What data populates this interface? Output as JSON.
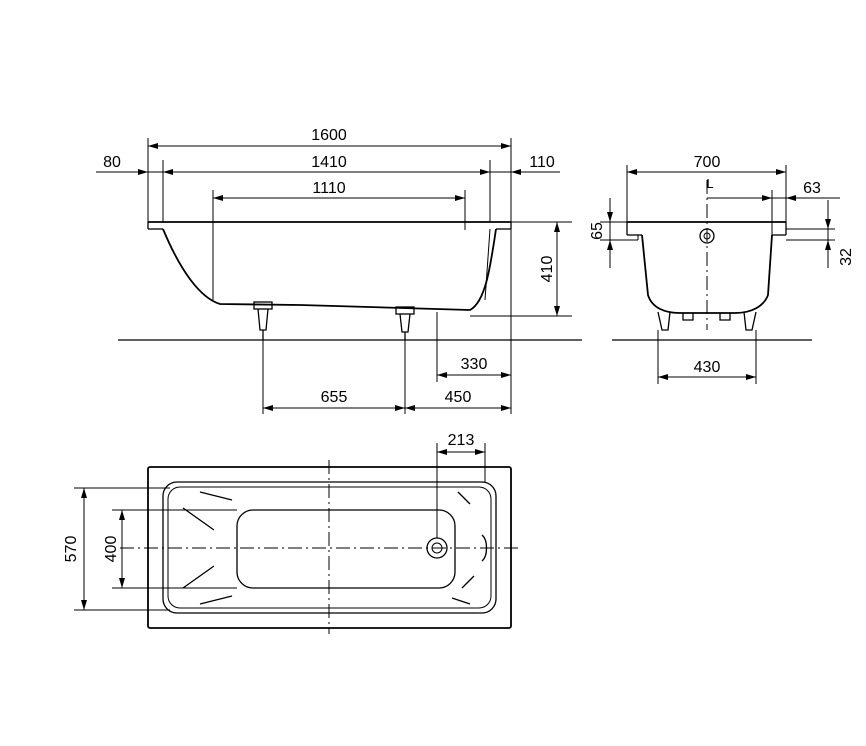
{
  "side_view": {
    "dim_length_total": "1600",
    "dim_left_rim": "80",
    "dim_inner_length": "1410",
    "dim_right_rim": "110",
    "dim_bottom_length": "1110",
    "dim_height": "410",
    "dim_foot_to_drain": "330",
    "dim_foot_spacing": "655",
    "dim_foot_to_end": "450"
  },
  "end_view": {
    "dim_width": "700",
    "dim_drain_offset": "63",
    "dim_rim_height": "65",
    "dim_overflow_height": "32",
    "dim_foot_width": "430",
    "drain_label": "L"
  },
  "top_view": {
    "dim_drain_from_end": "213",
    "dim_outer_width": "570",
    "dim_bottom_width": "400"
  }
}
